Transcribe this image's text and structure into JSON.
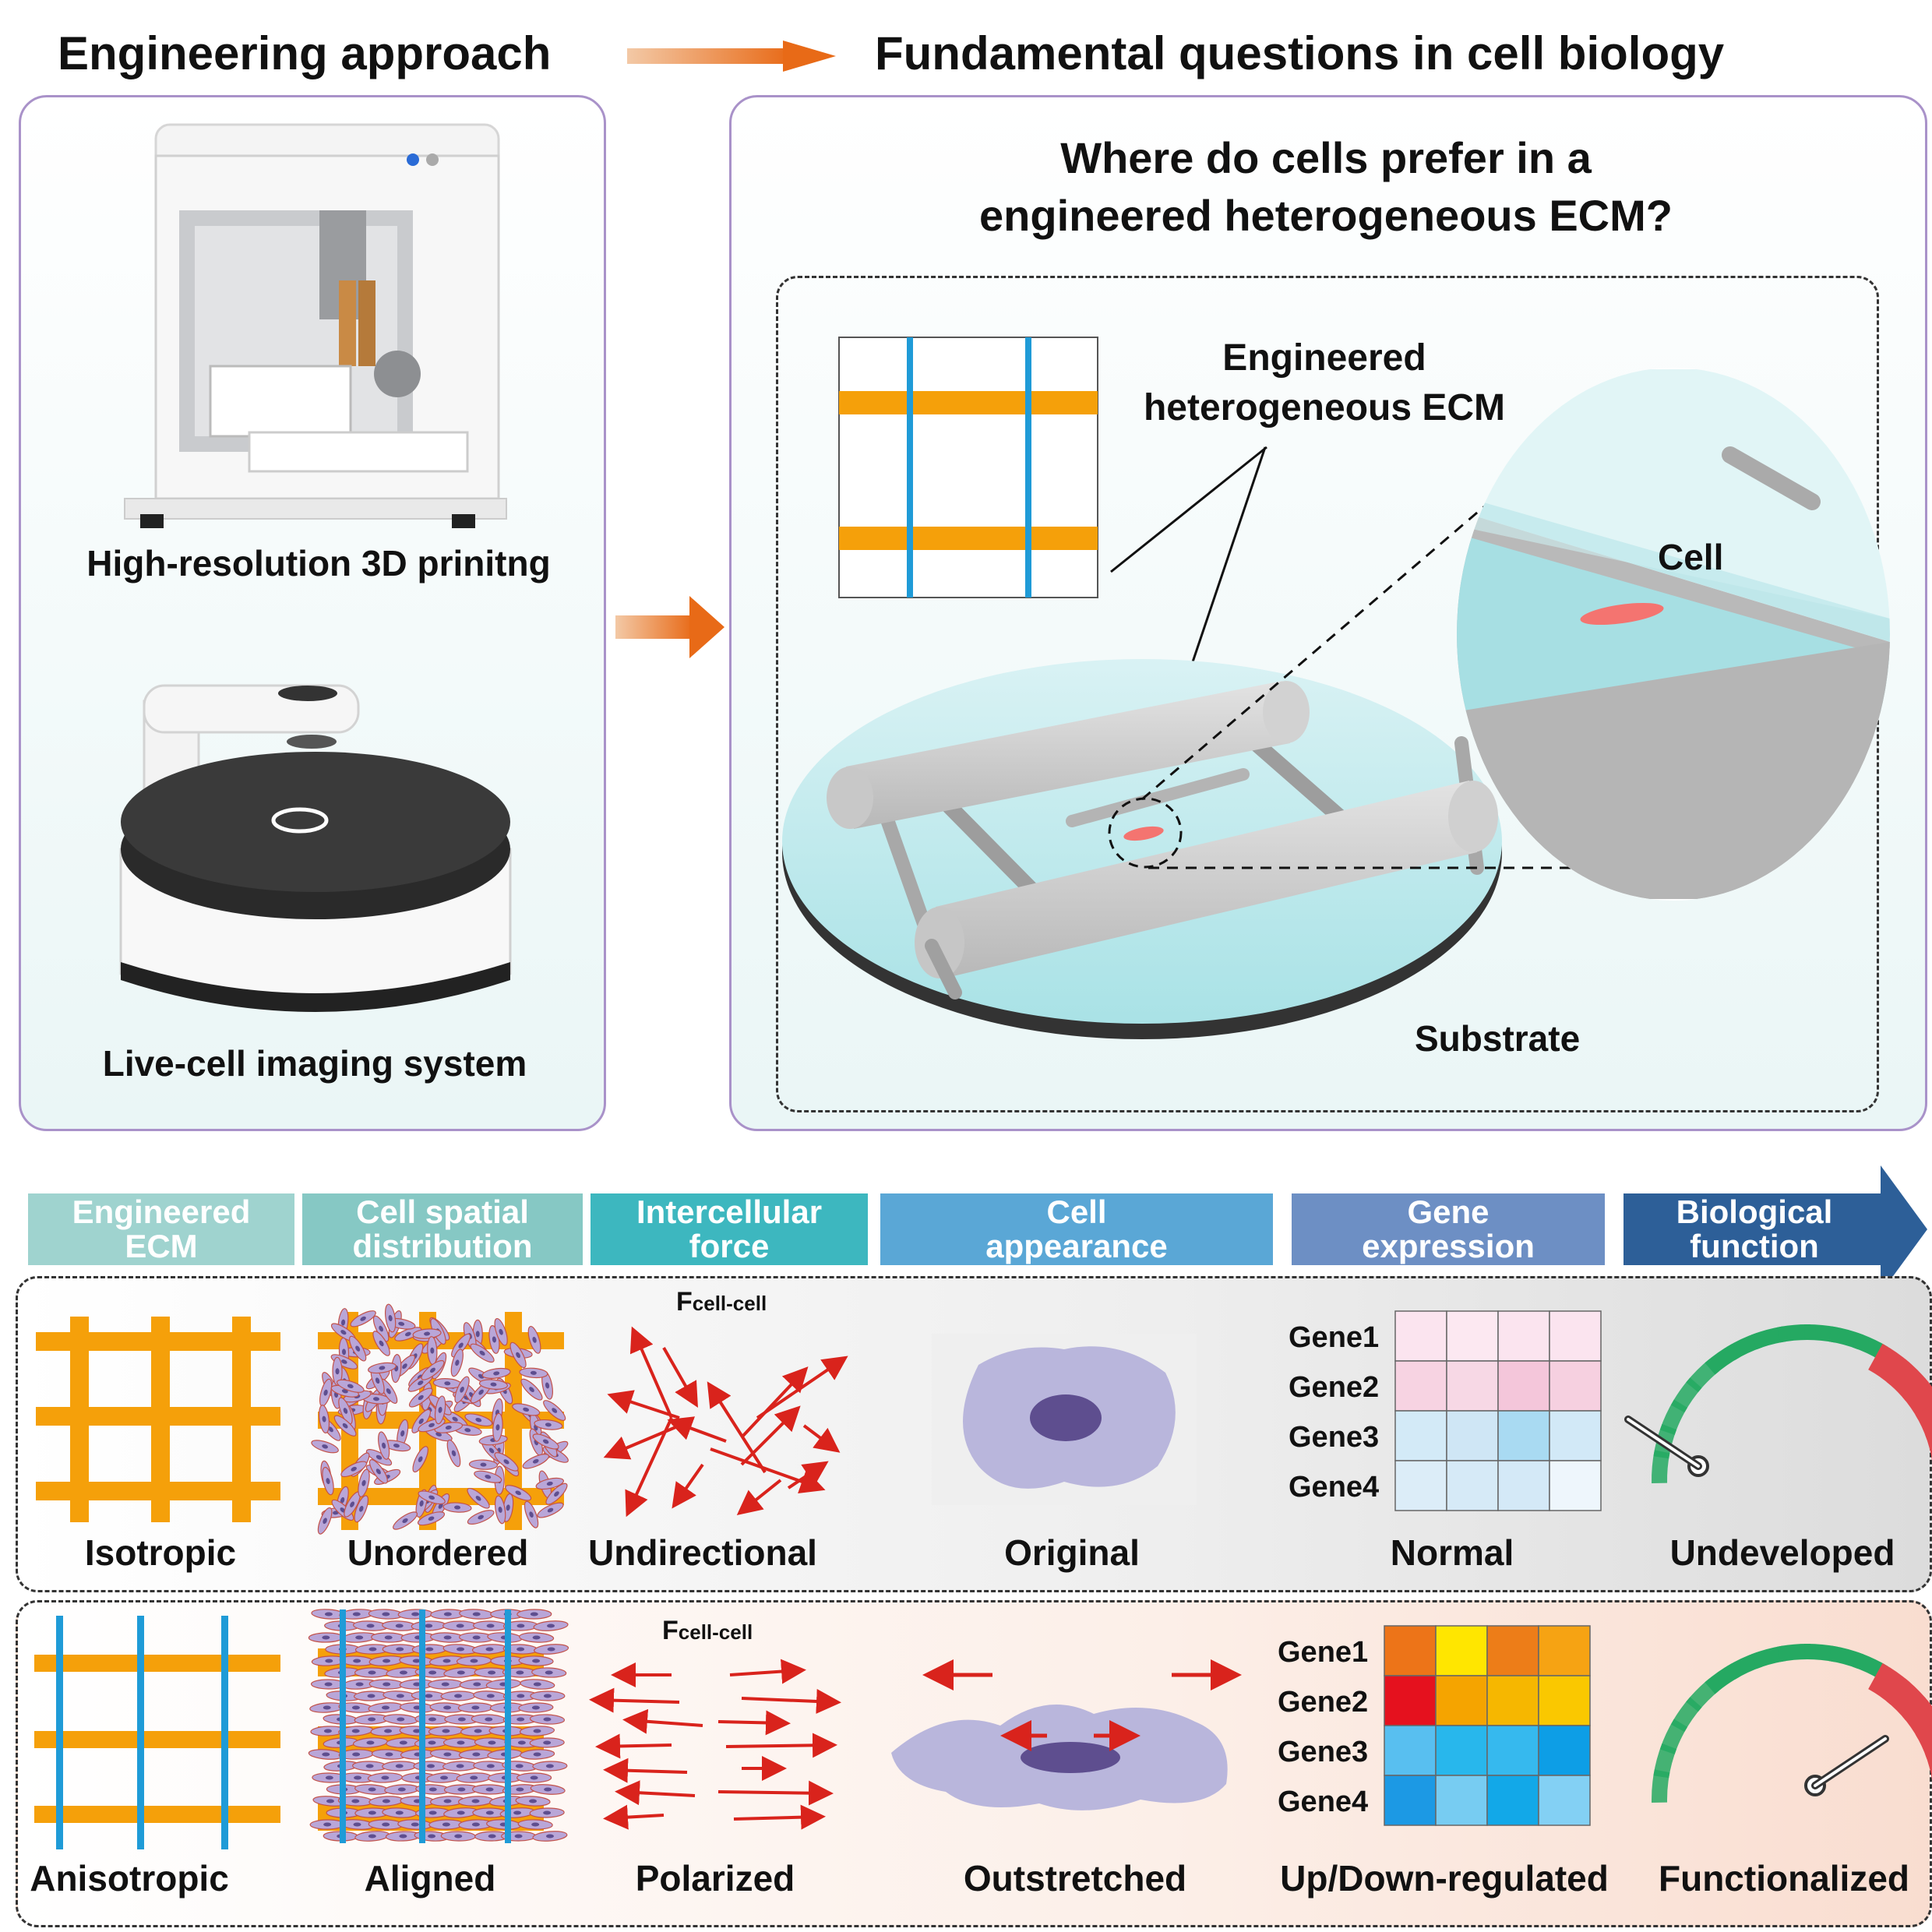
{
  "top": {
    "left_title": "Engineering approach",
    "right_title": "Fundamental questions in cell biology"
  },
  "left_panel": {
    "printer_label": "High-resolution 3D prinitng",
    "imaging_label": "Live-cell imaging system"
  },
  "right_panel": {
    "question_line1": "Where do cells prefer in a",
    "question_line2": "engineered heterogeneous ECM?",
    "ecm_label_line1": "Engineered",
    "ecm_label_line2": "heterogeneous ECM",
    "cell_label": "Cell",
    "substrate_label": "Substrate"
  },
  "categories": [
    {
      "line1": "Engineered",
      "line2": "ECM",
      "color": "#9fd3cf"
    },
    {
      "line1": "Cell spatial",
      "line2": "distribution",
      "color": "#86c8c4"
    },
    {
      "line1": "Intercellular",
      "line2": "force",
      "color": "#3db7bf"
    },
    {
      "line1": "Cell",
      "line2": "appearance",
      "color": "#5aa7d6"
    },
    {
      "line1": "Gene",
      "line2": "expression",
      "color": "#6d8fc4"
    },
    {
      "line1": "Biological",
      "line2": "function",
      "color": "#2d5f98"
    }
  ],
  "row1": {
    "labels": [
      "Isotropic",
      "Unordered",
      "Undirectional",
      "Original",
      "Normal",
      "Undeveloped"
    ],
    "force_label": "F",
    "force_sub": "cell-cell",
    "genes": [
      "Gene1",
      "Gene2",
      "Gene3",
      "Gene4"
    ],
    "heatmap_colors": [
      [
        "#fbe4ef",
        "#fce8f1",
        "#fbe4ef",
        "#fbe4ef"
      ],
      [
        "#f7d3e2",
        "#f7d8e5",
        "#f4c6da",
        "#f6d0e0"
      ],
      [
        "#d3eaf7",
        "#cfe6f5",
        "#a9daf2",
        "#d2e9f7"
      ],
      [
        "#dcedf8",
        "#d6eaf7",
        "#d4e9f7",
        "#eef6fc"
      ]
    ],
    "gauge_value": 0.35
  },
  "row2": {
    "labels": [
      "Anisotropic",
      "Aligned",
      "Polarized",
      "Outstretched",
      "Up/Down-regulated",
      "Functionalized"
    ],
    "force_label": "F",
    "force_sub": "cell-cell",
    "genes": [
      "Gene1",
      "Gene2",
      "Gene3",
      "Gene4"
    ],
    "heatmap_colors": [
      [
        "#ed7418",
        "#ffe600",
        "#ed7d18",
        "#f6a313"
      ],
      [
        "#e5111e",
        "#f5a400",
        "#f6b700",
        "#fac800"
      ],
      [
        "#58bff0",
        "#28b7ec",
        "#36b9ee",
        "#0d9ee6"
      ],
      [
        "#1c99e4",
        "#77ccf2",
        "#12a8e8",
        "#83d0f4"
      ]
    ],
    "gauge_value": 0.8
  },
  "colors": {
    "orange": "#f5a00a",
    "blue": "#1f9bd7",
    "arrow_red": "#d9231c",
    "cell_purple": "#b9b6dc",
    "nucleus": "#5e4e8f"
  }
}
